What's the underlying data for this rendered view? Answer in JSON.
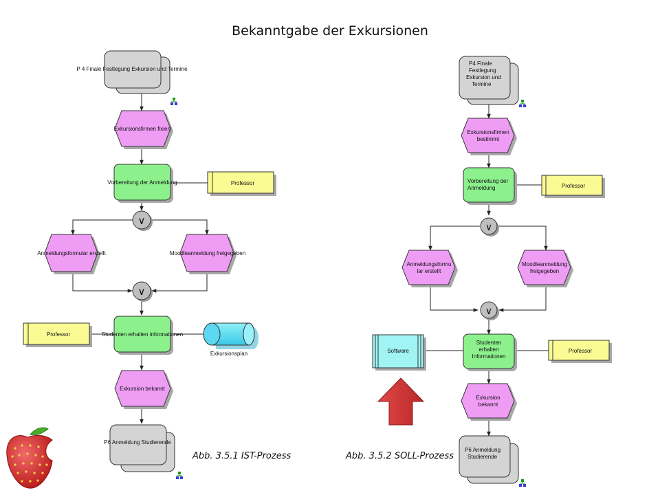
{
  "title": "Bekanntgabe der Exkursionen",
  "captions": {
    "ist": "Abb. 3.5.1  IST-Prozess",
    "soll": "Abb. 3.5.2  SOLL-Prozess"
  },
  "ist": {
    "p4": "P 4 Finale Festlegung Exkursion und Termine",
    "e1": "Exkursionsfirmen fixiert",
    "f1": "Vorbereitung der Anmeldung",
    "org1": "Professor",
    "e2": "Anmeldungsformular erstellt",
    "e3": "Moodleanmeldung freigegeben",
    "org2": "Professor",
    "f2": "Studenten erhalten informationen",
    "doc": "Exkursionsplan",
    "e4": "Exkursion bekannt",
    "p6": "P6 Anmeldung Studierende"
  },
  "soll": {
    "p4": [
      "P4 Finale",
      "Festlegung",
      "Exkursion und",
      "Termine"
    ],
    "e1": [
      "Exkursionsfirmen",
      "bestimmt"
    ],
    "f1": [
      "Vorbereitung der",
      "Anmeldung"
    ],
    "org1": "Professor",
    "e2": [
      "Anmeldungsformu",
      "lar erstellt"
    ],
    "e3": [
      "Moodleanmeldung",
      "freigegeben"
    ],
    "sys": "Software",
    "f2": [
      "Studenten",
      "erhalten",
      "Informationen"
    ],
    "org2": "Professor",
    "e4": [
      "Exkursion",
      "bekannt"
    ],
    "p6": [
      "P6 Anmeldung",
      "Studierende"
    ]
  },
  "connector_symbol": "∨",
  "colors": {
    "event": "#ee9cf4",
    "function": "#8cf08c",
    "organization": "#fbfb94",
    "process_interface": "#d4d4d4",
    "system": "#a0f4f4",
    "arrow": "#c43434"
  },
  "icons": [
    "hierarchy-icon",
    "up-arrow-icon",
    "strawberry-logo"
  ]
}
